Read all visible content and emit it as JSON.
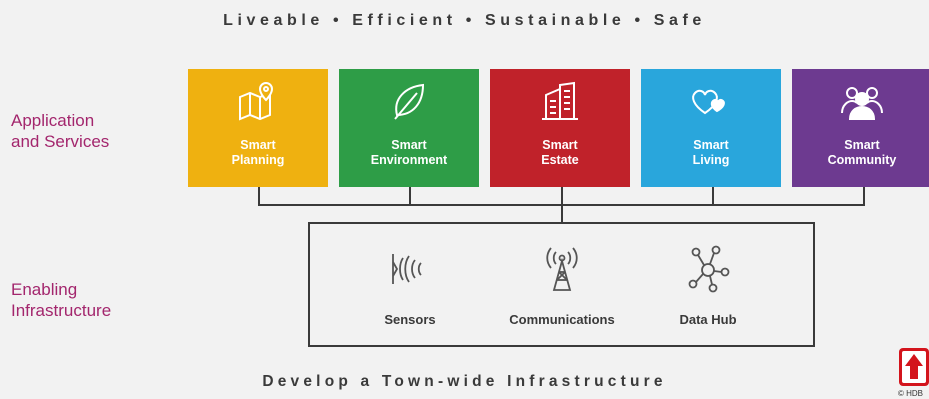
{
  "header": {
    "tagline": "Liveable • Efficient • Sustainable • Safe"
  },
  "labels": {
    "application": [
      "Application",
      "and Services"
    ],
    "infrastructure": [
      "Enabling",
      "Infrastructure"
    ]
  },
  "services": [
    {
      "line1": "Smart",
      "line2": "Planning",
      "color": "#efb110",
      "icon": "map-pin-icon"
    },
    {
      "line1": "Smart",
      "line2": "Environment",
      "color": "#2e9d47",
      "icon": "leaf-icon"
    },
    {
      "line1": "Smart",
      "line2": "Estate",
      "color": "#c0222a",
      "icon": "building-icon"
    },
    {
      "line1": "Smart",
      "line2": "Living",
      "color": "#29a6dc",
      "icon": "hearts-icon"
    },
    {
      "line1": "Smart",
      "line2": "Community",
      "color": "#6d3a90",
      "icon": "people-icon"
    }
  ],
  "infrastructure": [
    {
      "label": "Sensors",
      "icon": "sensor-waves-icon"
    },
    {
      "label": "Communications",
      "icon": "antenna-tower-icon"
    },
    {
      "label": "Data Hub",
      "icon": "network-hub-icon"
    }
  ],
  "footer": {
    "text": "Develop a Town-wide Infrastructure"
  },
  "logo": {
    "caption": "© HDB"
  }
}
